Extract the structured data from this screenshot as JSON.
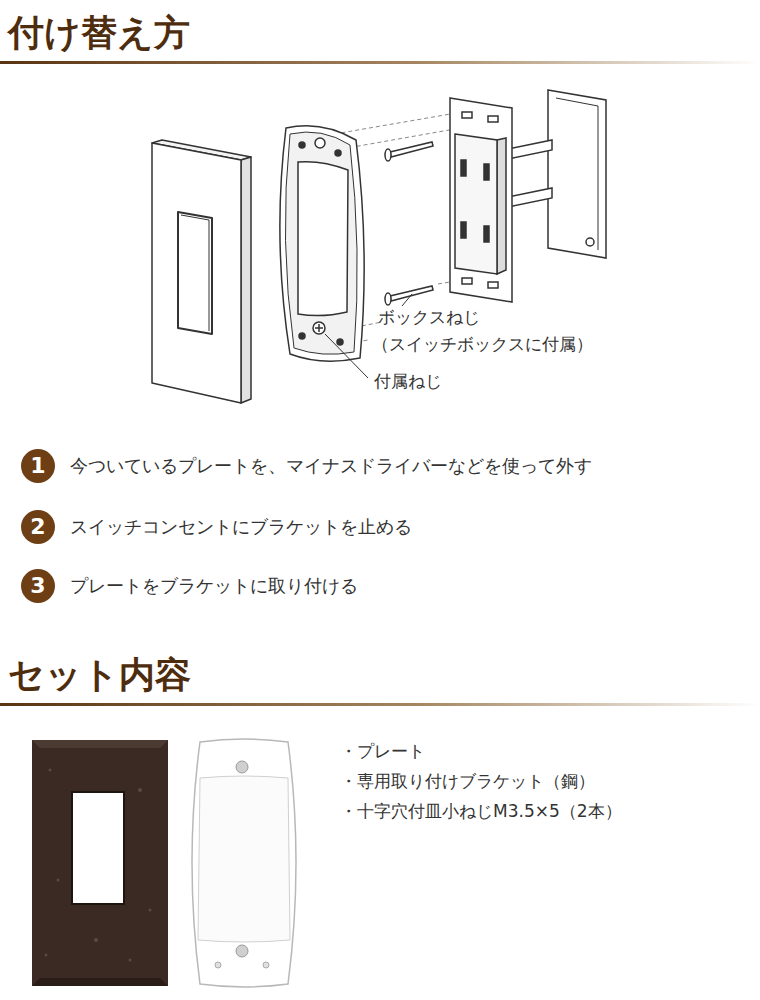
{
  "diagram": {
    "title": "付け替え方",
    "nodes": [
      {
        "text": [
          "1"
        ]
      },
      {
        "text": [
          "2"
        ]
      },
      {
        "text": [
          "3"
        ]
      }
    ],
    "labels": [
      "ボックスねじ",
      "（スイッチボックスに付属）",
      "付属ねじ",
      "今ついているプレートを、マイナスドライバーなどを使って外す",
      "スイッチコンセントにブラケットを止める",
      "プレートをブラケットに取り付ける",
      "セット内容",
      "・プレート",
      "・専用取り付けブラケット（鋼）",
      "・十字穴付皿小ねじM3.5×5（2本）"
    ]
  }
}
